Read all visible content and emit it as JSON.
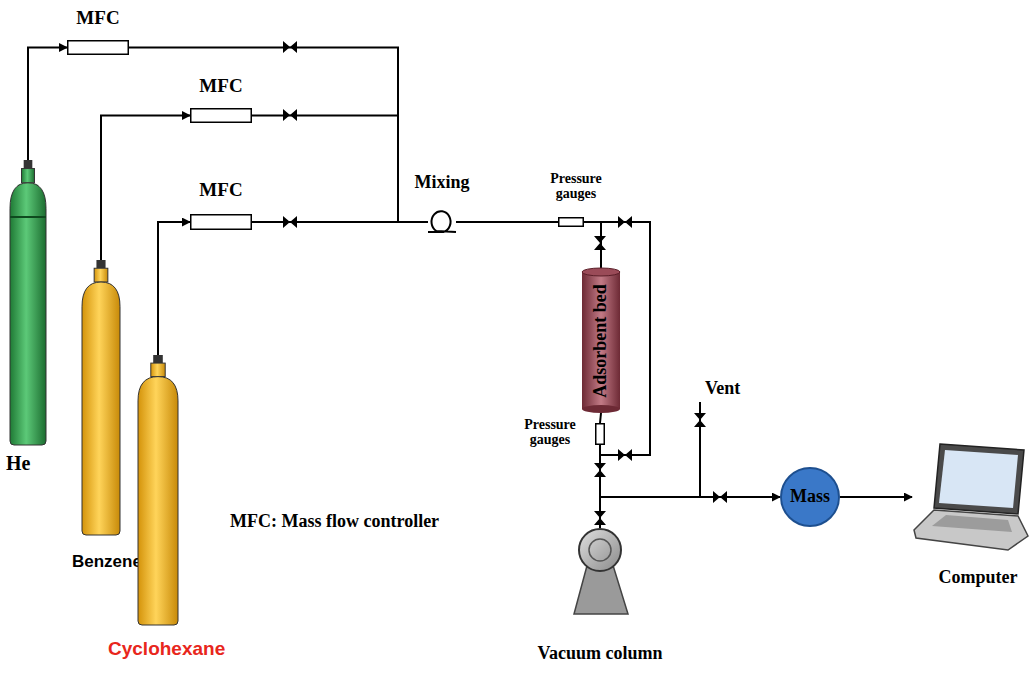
{
  "diagram": {
    "nodes": [
      {
        "text": [
          "He"
        ]
      },
      {
        "text": [
          "MFC"
        ]
      },
      {
        "text": [
          "Benzene"
        ]
      },
      {
        "text": [
          "MFC"
        ]
      },
      {
        "text": [
          "Cyclohexane"
        ]
      },
      {
        "text": [
          "MFC"
        ]
      },
      {
        "text": [
          "Mixing"
        ]
      },
      {
        "text": [
          "Pressure gauges"
        ]
      },
      {
        "text": [
          "Adsorbent bed"
        ]
      },
      {
        "text": [
          "Pressure gauges"
        ]
      },
      {
        "text": [
          "Mass"
        ]
      },
      {
        "text": [
          "Computer"
        ]
      },
      {
        "text": [
          "Vacuum column"
        ]
      }
    ],
    "edges": [
      {
        "from": 0,
        "to": 1,
        "arrow": "to"
      },
      {
        "from": 2,
        "to": 3,
        "arrow": "to"
      },
      {
        "from": 4,
        "to": 5,
        "arrow": "to"
      },
      {
        "from": 1,
        "to": 6,
        "arrow": "none"
      },
      {
        "from": 3,
        "to": 6,
        "arrow": "none"
      },
      {
        "from": 5,
        "to": 6,
        "arrow": "none"
      },
      {
        "from": 6,
        "to": 7,
        "arrow": "none"
      },
      {
        "from": 7,
        "to": 8,
        "arrow": "none"
      },
      {
        "from": 8,
        "to": 9,
        "arrow": "none"
      },
      {
        "from": 7,
        "to": 9,
        "arrow": "none"
      },
      {
        "from": 9,
        "to": 10,
        "arrow": "to"
      },
      {
        "from": 10,
        "to": 11,
        "arrow": "to"
      },
      {
        "from": 9,
        "to": 12,
        "arrow": "none"
      }
    ],
    "labels": [
      "Vent",
      "MFC: Mass flow controller"
    ]
  }
}
